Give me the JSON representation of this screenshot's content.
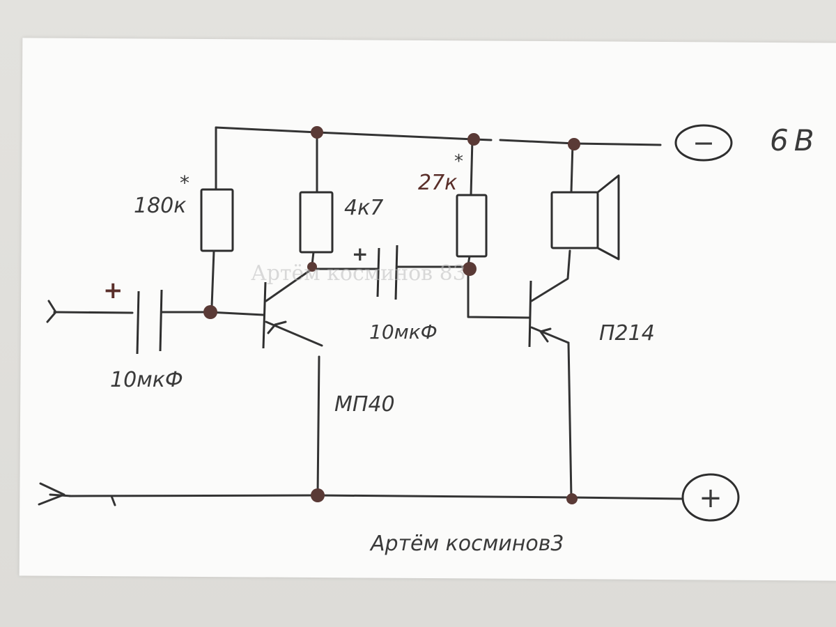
{
  "labels": {
    "r1": "180к",
    "r1_mark": "*",
    "r2": "4к7",
    "r3": "27к",
    "r3_mark": "*",
    "c1": "10мкФ",
    "c1_polarity": "+",
    "c2": "10мкФ",
    "c2_polarity": "+",
    "t1": "МП40",
    "t2": "П214",
    "supply_minus": "−",
    "supply_plus": "+",
    "voltage": "6В",
    "signature": "Артём косминов3",
    "watermark": "Артём косминов 83"
  },
  "colors": {
    "ink": "#333333",
    "ink_brown": "#5a2f2a",
    "paper": "#fbfbfa",
    "background": "#dddcd8"
  }
}
